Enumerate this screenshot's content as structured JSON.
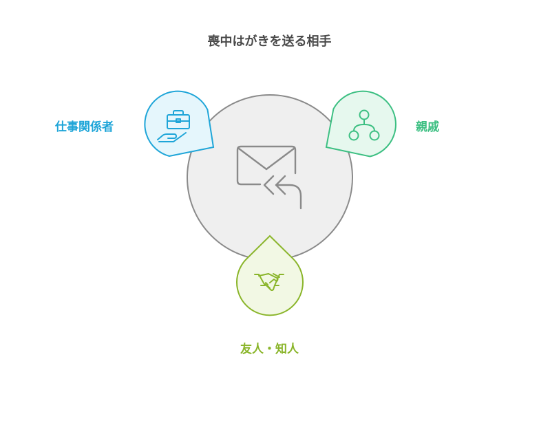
{
  "title": "喪中はがきを送る相手",
  "center": {
    "icon": "mail-reply-icon",
    "fill": "#efefef",
    "stroke": "#8a8a8a"
  },
  "recipients": [
    {
      "label": "仕事関係者",
      "icon": "briefcase-hand-icon",
      "color": "#1ea5d8",
      "fill": "#e5f6fc"
    },
    {
      "label": "親戚",
      "icon": "family-tree-icon",
      "color": "#3cbf82",
      "fill": "#e6f8ee"
    },
    {
      "label": "友人・知人",
      "icon": "handshake-icon",
      "color": "#8ab52a",
      "fill": "#f2f8e4"
    }
  ]
}
